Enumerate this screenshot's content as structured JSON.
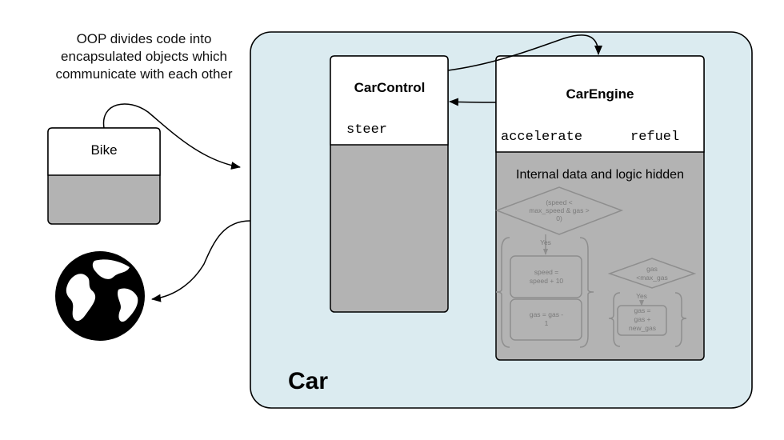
{
  "note": {
    "line1": "OOP divides code into",
    "line2": "encapsulated objects which",
    "line3": "communicate with each other"
  },
  "bike": {
    "title": "Bike"
  },
  "car": {
    "title": "Car"
  },
  "car_control": {
    "title": "CarControl",
    "method": "steer"
  },
  "car_engine": {
    "title": "CarEngine",
    "method_1": "accelerate",
    "method_2": "refuel",
    "hidden_label": "Internal data and logic hidden"
  },
  "logic": {
    "cond1_line1": "(speed <",
    "cond1_line2": "max_speed & gas >",
    "cond1_line3": "0)",
    "yes_1": "Yes",
    "action1_line1": "speed =",
    "action1_line2": "speed + 10",
    "action2_line1": "gas = gas -",
    "action2_line2": "1",
    "cond2_line1": "gas",
    "cond2_line2": "<max_gas",
    "yes_2": "Yes",
    "action3_line1": "gas =",
    "action3_line2": "gas +",
    "action3_line3": "new_gas"
  },
  "icons": {
    "world": "globe-icon"
  },
  "colors": {
    "car_fill": "#dbebf0",
    "private_fill": "#b3b3b3",
    "logic_stroke": "#8e8e8e",
    "logic_text": "#7a7a7a"
  }
}
